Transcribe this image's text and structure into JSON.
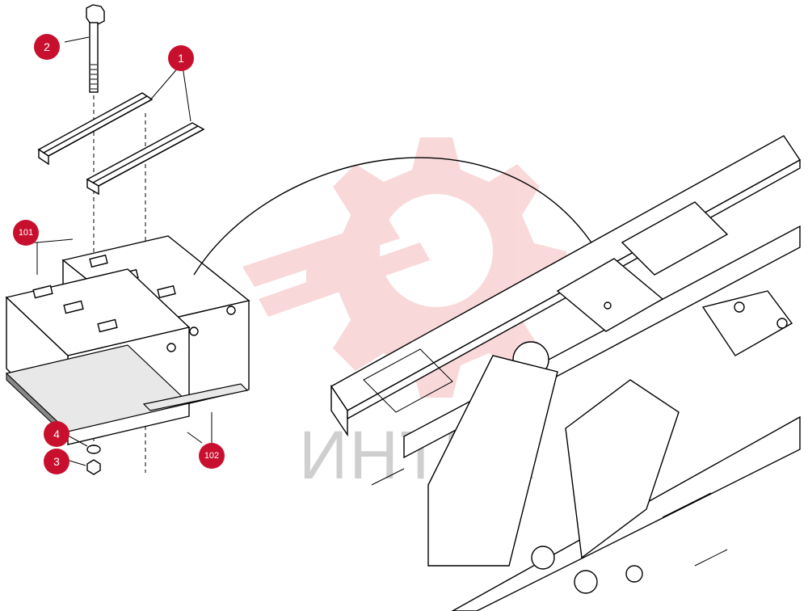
{
  "watermark": {
    "text": "ИНТЕХ",
    "color": "#e8505b"
  },
  "callouts": [
    {
      "id": "callout-2",
      "label": "2"
    },
    {
      "id": "callout-1",
      "label": "1"
    },
    {
      "id": "callout-101",
      "label": "101"
    },
    {
      "id": "callout-4",
      "label": "4"
    },
    {
      "id": "callout-3",
      "label": "3"
    },
    {
      "id": "callout-102",
      "label": "102"
    }
  ],
  "colors": {
    "callout": "#c8102e",
    "line": "#000000",
    "watermark_text": "#cfcfcf"
  }
}
